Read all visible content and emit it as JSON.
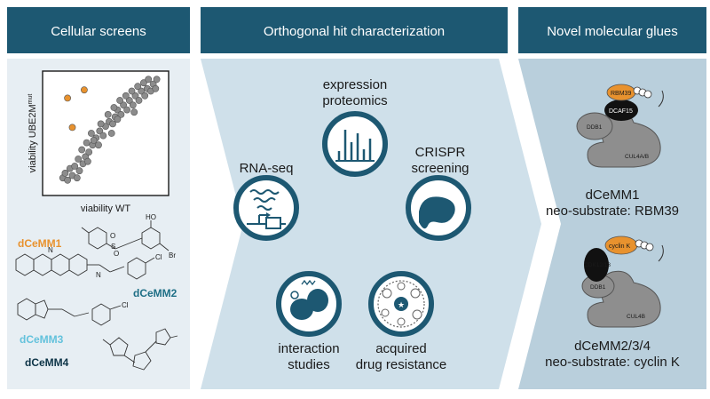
{
  "headers": {
    "left": "Cellular screens",
    "middle": "Orthogonal hit characterization",
    "right": "Novel molecular glues"
  },
  "scatter": {
    "ylabel": "viability UBE2M",
    "ylabel_sup": "mut",
    "xlabel": "viability WT",
    "gray_color": "#8c8c8c",
    "hit_color": "#e8922e",
    "hits": [
      [
        0.18,
        0.8
      ],
      [
        0.32,
        0.87
      ],
      [
        0.22,
        0.55
      ]
    ],
    "points": [
      [
        0.14,
        0.12
      ],
      [
        0.18,
        0.1
      ],
      [
        0.22,
        0.14
      ],
      [
        0.26,
        0.12
      ],
      [
        0.2,
        0.2
      ],
      [
        0.24,
        0.22
      ],
      [
        0.28,
        0.18
      ],
      [
        0.31,
        0.24
      ],
      [
        0.27,
        0.28
      ],
      [
        0.33,
        0.3
      ],
      [
        0.3,
        0.36
      ],
      [
        0.36,
        0.34
      ],
      [
        0.34,
        0.42
      ],
      [
        0.39,
        0.4
      ],
      [
        0.42,
        0.46
      ],
      [
        0.38,
        0.5
      ],
      [
        0.45,
        0.52
      ],
      [
        0.48,
        0.48
      ],
      [
        0.5,
        0.56
      ],
      [
        0.46,
        0.58
      ],
      [
        0.53,
        0.6
      ],
      [
        0.56,
        0.58
      ],
      [
        0.52,
        0.66
      ],
      [
        0.58,
        0.64
      ],
      [
        0.6,
        0.7
      ],
      [
        0.63,
        0.66
      ],
      [
        0.57,
        0.72
      ],
      [
        0.65,
        0.74
      ],
      [
        0.68,
        0.7
      ],
      [
        0.62,
        0.78
      ],
      [
        0.7,
        0.78
      ],
      [
        0.73,
        0.74
      ],
      [
        0.67,
        0.82
      ],
      [
        0.75,
        0.82
      ],
      [
        0.78,
        0.78
      ],
      [
        0.72,
        0.86
      ],
      [
        0.8,
        0.86
      ],
      [
        0.83,
        0.82
      ],
      [
        0.77,
        0.9
      ],
      [
        0.85,
        0.88
      ],
      [
        0.88,
        0.86
      ],
      [
        0.82,
        0.93
      ],
      [
        0.9,
        0.92
      ],
      [
        0.86,
        0.96
      ],
      [
        0.93,
        0.96
      ],
      [
        0.4,
        0.44
      ],
      [
        0.44,
        0.4
      ],
      [
        0.55,
        0.5
      ],
      [
        0.16,
        0.16
      ],
      [
        0.35,
        0.26
      ],
      [
        0.6,
        0.62
      ],
      [
        0.74,
        0.68
      ],
      [
        0.92,
        0.88
      ]
    ]
  },
  "compounds": {
    "dcemm1": {
      "label": "dCeMM1",
      "color": "#e8922e"
    },
    "dcemm2": {
      "label": "dCeMM2",
      "color": "#1f6f86"
    },
    "dcemm3": {
      "label": "dCeMM3",
      "color": "#63c2dc"
    },
    "dcemm4": {
      "label": "dCeMM4",
      "color": "#0d3447"
    },
    "atoms": {
      "ho": "HO",
      "o1": "O",
      "o2": "O",
      "s1": "S",
      "br": "Br",
      "cl1": "Cl",
      "cl2": "Cl",
      "n1": "N",
      "n2": "N"
    }
  },
  "methods": {
    "expression": [
      "expression",
      "proteomics"
    ],
    "crispr": [
      "CRISPR",
      "screening"
    ],
    "rnaseq": "RNA-seq",
    "interaction": [
      "interaction",
      "studies"
    ],
    "resistance": [
      "acquired",
      "drug resistance"
    ]
  },
  "glues": {
    "top": {
      "substrate": "RBM39",
      "adaptor": "DCAF15",
      "ddb1": "DDB1",
      "cullin": "CUL4A/B",
      "name": "dCeMM1",
      "neo_line": "neo-substrate: RBM39"
    },
    "bottom": {
      "substrate": "cyclin K",
      "adaptor": "CDK12/13",
      "ddb1": "DDB1",
      "cullin": "CUL4B",
      "name": "dCeMM2/3/4",
      "neo_line": "neo-substrate: cyclin K"
    }
  },
  "colors": {
    "header_bg": "#1d5872",
    "panel_left": "#e7eef3",
    "panel_mid": "#cfe0ea",
    "panel_right": "#b9cfdc",
    "icon_dark": "#1d5872",
    "orange": "#e8922e",
    "gray_protein": "#8e8e8e"
  }
}
